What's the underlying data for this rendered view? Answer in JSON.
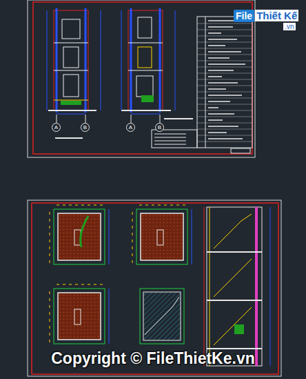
{
  "diagram": {
    "labels": [
      "File",
      "Thiết Kế",
      ".vn",
      "A",
      "B",
      "A",
      "B",
      "Copyright © FileThietKe.vn"
    ]
  }
}
